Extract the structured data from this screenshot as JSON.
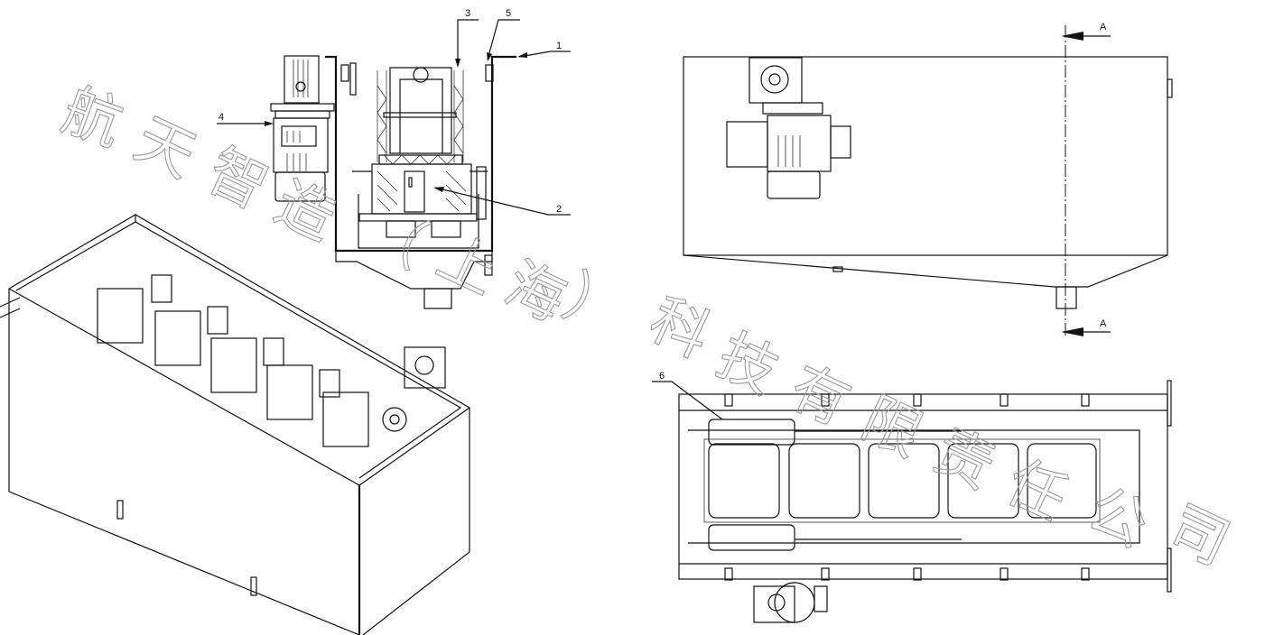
{
  "drawing": {
    "callouts": [
      {
        "id": "1",
        "text": "1"
      },
      {
        "id": "2",
        "text": "2"
      },
      {
        "id": "3",
        "text": "3"
      },
      {
        "id": "4",
        "text": "4"
      },
      {
        "id": "5",
        "text": "5"
      },
      {
        "id": "6",
        "text": "6"
      }
    ],
    "section_marks": {
      "top": "A",
      "bottom": "A"
    },
    "watermark": {
      "text": "航天智造（上海）科技有限责任公司",
      "chars": [
        "航",
        "天",
        "智",
        "造",
        "（",
        "上",
        "海",
        "）",
        "科",
        "技",
        "有",
        "限",
        "责",
        "任",
        "公",
        "司"
      ]
    }
  }
}
